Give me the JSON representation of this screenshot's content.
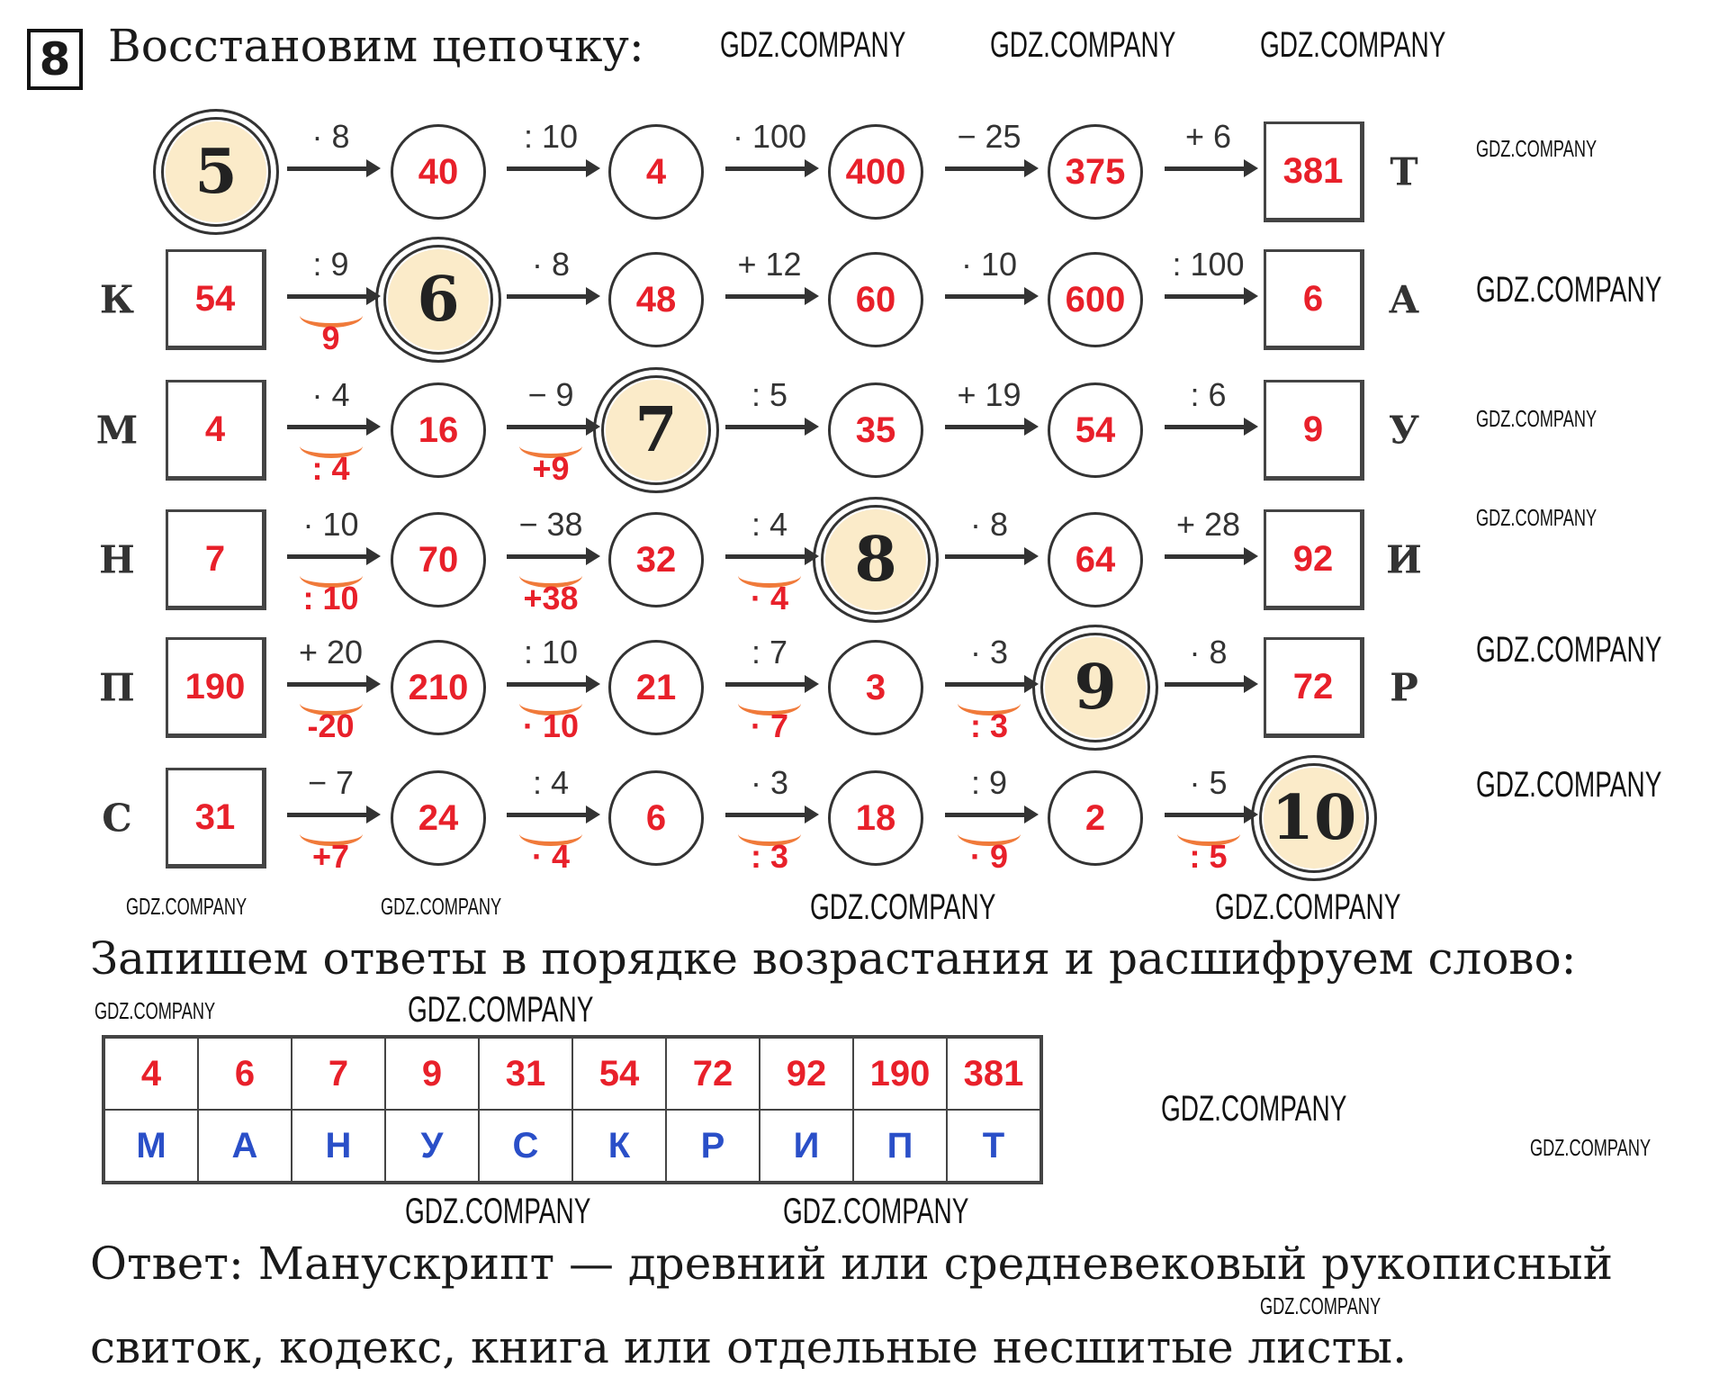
{
  "task_number": "8",
  "title": "Восстановим цепочку:",
  "rows": [
    {
      "left": "",
      "right": "Т",
      "nodes": [
        {
          "v": "5",
          "k": "big"
        },
        {
          "v": "40",
          "k": "circle"
        },
        {
          "v": "4",
          "k": "circle"
        },
        {
          "v": "400",
          "k": "circle"
        },
        {
          "v": "375",
          "k": "circle"
        },
        {
          "v": "381",
          "k": "box"
        }
      ],
      "ops": [
        {
          "op": "· 8",
          "rev": ""
        },
        {
          "op": ": 10",
          "rev": ""
        },
        {
          "op": "· 100",
          "rev": ""
        },
        {
          "op": "− 25",
          "rev": ""
        },
        {
          "op": "+ 6",
          "rev": ""
        }
      ]
    },
    {
      "left": "К",
      "right": "А",
      "nodes": [
        {
          "v": "54",
          "k": "box"
        },
        {
          "v": "6",
          "k": "big"
        },
        {
          "v": "48",
          "k": "circle"
        },
        {
          "v": "60",
          "k": "circle"
        },
        {
          "v": "600",
          "k": "circle"
        },
        {
          "v": "6",
          "k": "box"
        }
      ],
      "ops": [
        {
          "op": ": 9",
          "rev": "9"
        },
        {
          "op": "· 8",
          "rev": ""
        },
        {
          "op": "+ 12",
          "rev": ""
        },
        {
          "op": "· 10",
          "rev": ""
        },
        {
          "op": ": 100",
          "rev": ""
        }
      ]
    },
    {
      "left": "М",
      "right": "У",
      "nodes": [
        {
          "v": "4",
          "k": "box"
        },
        {
          "v": "16",
          "k": "circle"
        },
        {
          "v": "7",
          "k": "big"
        },
        {
          "v": "35",
          "k": "circle"
        },
        {
          "v": "54",
          "k": "circle"
        },
        {
          "v": "9",
          "k": "box"
        }
      ],
      "ops": [
        {
          "op": "· 4",
          "rev": ": 4"
        },
        {
          "op": "− 9",
          "rev": "+9"
        },
        {
          "op": ": 5",
          "rev": ""
        },
        {
          "op": "+ 19",
          "rev": ""
        },
        {
          "op": ": 6",
          "rev": ""
        }
      ]
    },
    {
      "left": "Н",
      "right": "И",
      "nodes": [
        {
          "v": "7",
          "k": "box"
        },
        {
          "v": "70",
          "k": "circle"
        },
        {
          "v": "32",
          "k": "circle"
        },
        {
          "v": "8",
          "k": "big"
        },
        {
          "v": "64",
          "k": "circle"
        },
        {
          "v": "92",
          "k": "box"
        }
      ],
      "ops": [
        {
          "op": "· 10",
          "rev": ": 10"
        },
        {
          "op": "− 38",
          "rev": "+38"
        },
        {
          "op": ": 4",
          "rev": "· 4"
        },
        {
          "op": "· 8",
          "rev": ""
        },
        {
          "op": "+ 28",
          "rev": ""
        }
      ]
    },
    {
      "left": "П",
      "right": "Р",
      "nodes": [
        {
          "v": "190",
          "k": "box"
        },
        {
          "v": "210",
          "k": "circle"
        },
        {
          "v": "21",
          "k": "circle"
        },
        {
          "v": "3",
          "k": "circle"
        },
        {
          "v": "9",
          "k": "big"
        },
        {
          "v": "72",
          "k": "box"
        }
      ],
      "ops": [
        {
          "op": "+ 20",
          "rev": "-20"
        },
        {
          "op": ": 10",
          "rev": "· 10"
        },
        {
          "op": ": 7",
          "rev": "· 7"
        },
        {
          "op": "· 3",
          "rev": ": 3"
        },
        {
          "op": "· 8",
          "rev": ""
        }
      ]
    },
    {
      "left": "С",
      "right": "",
      "nodes": [
        {
          "v": "31",
          "k": "box"
        },
        {
          "v": "24",
          "k": "circle"
        },
        {
          "v": "6",
          "k": "circle"
        },
        {
          "v": "18",
          "k": "circle"
        },
        {
          "v": "2",
          "k": "circle"
        },
        {
          "v": "10",
          "k": "big"
        }
      ],
      "ops": [
        {
          "op": "− 7",
          "rev": "+7"
        },
        {
          "op": ": 4",
          "rev": "· 4"
        },
        {
          "op": "· 3",
          "rev": ": 3"
        },
        {
          "op": ": 9",
          "rev": "· 9"
        },
        {
          "op": "· 5",
          "rev": ": 5"
        }
      ]
    }
  ],
  "instruction": "Запишем ответы в порядке возрастания и расшифруем слово:",
  "answer_table": {
    "numbers": [
      "4",
      "6",
      "7",
      "9",
      "31",
      "54",
      "72",
      "92",
      "190",
      "381"
    ],
    "letters": [
      "М",
      "А",
      "Н",
      "У",
      "С",
      "К",
      "Р",
      "И",
      "П",
      "Т"
    ]
  },
  "answer_line1": "Ответ: Манускрипт — древний или средневековый рукописный",
  "answer_line2": "свиток, кодекс, книга или отдельные несшитые листы.",
  "watermark": "GDZ.COMPANY"
}
